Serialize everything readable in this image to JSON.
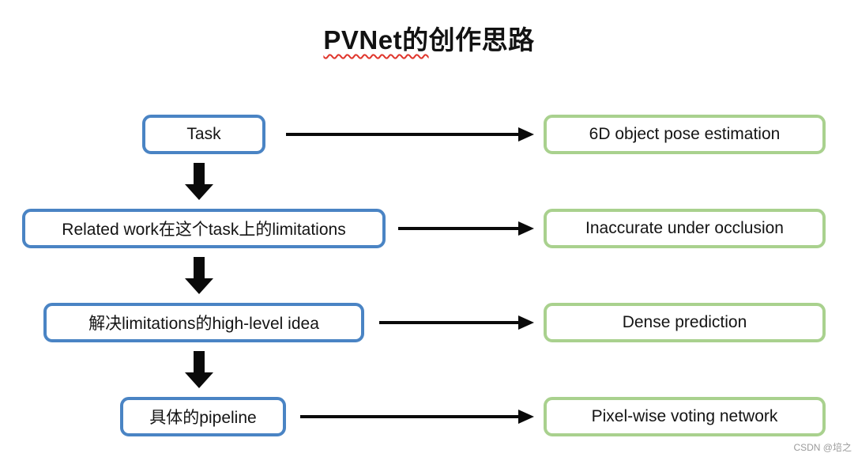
{
  "title": {
    "underlined": "PVNet的",
    "rest": "创作思路"
  },
  "rows": [
    {
      "left": "Task",
      "right": "6D object pose estimation"
    },
    {
      "left": "Related work在这个task上的limitations",
      "right": "Inaccurate under occlusion"
    },
    {
      "left": "解决limitations的high-level idea",
      "right": "Dense prediction"
    },
    {
      "left": "具体的pipeline",
      "right": "Pixel-wise voting network"
    }
  ],
  "watermark": "CSDN @培之",
  "colors": {
    "left_box_border": "#4a84c4",
    "right_box_border": "#a9d18e",
    "arrow": "#0a0a0a",
    "title_underline": "#e0362c",
    "watermark": "#9b9b9b"
  }
}
